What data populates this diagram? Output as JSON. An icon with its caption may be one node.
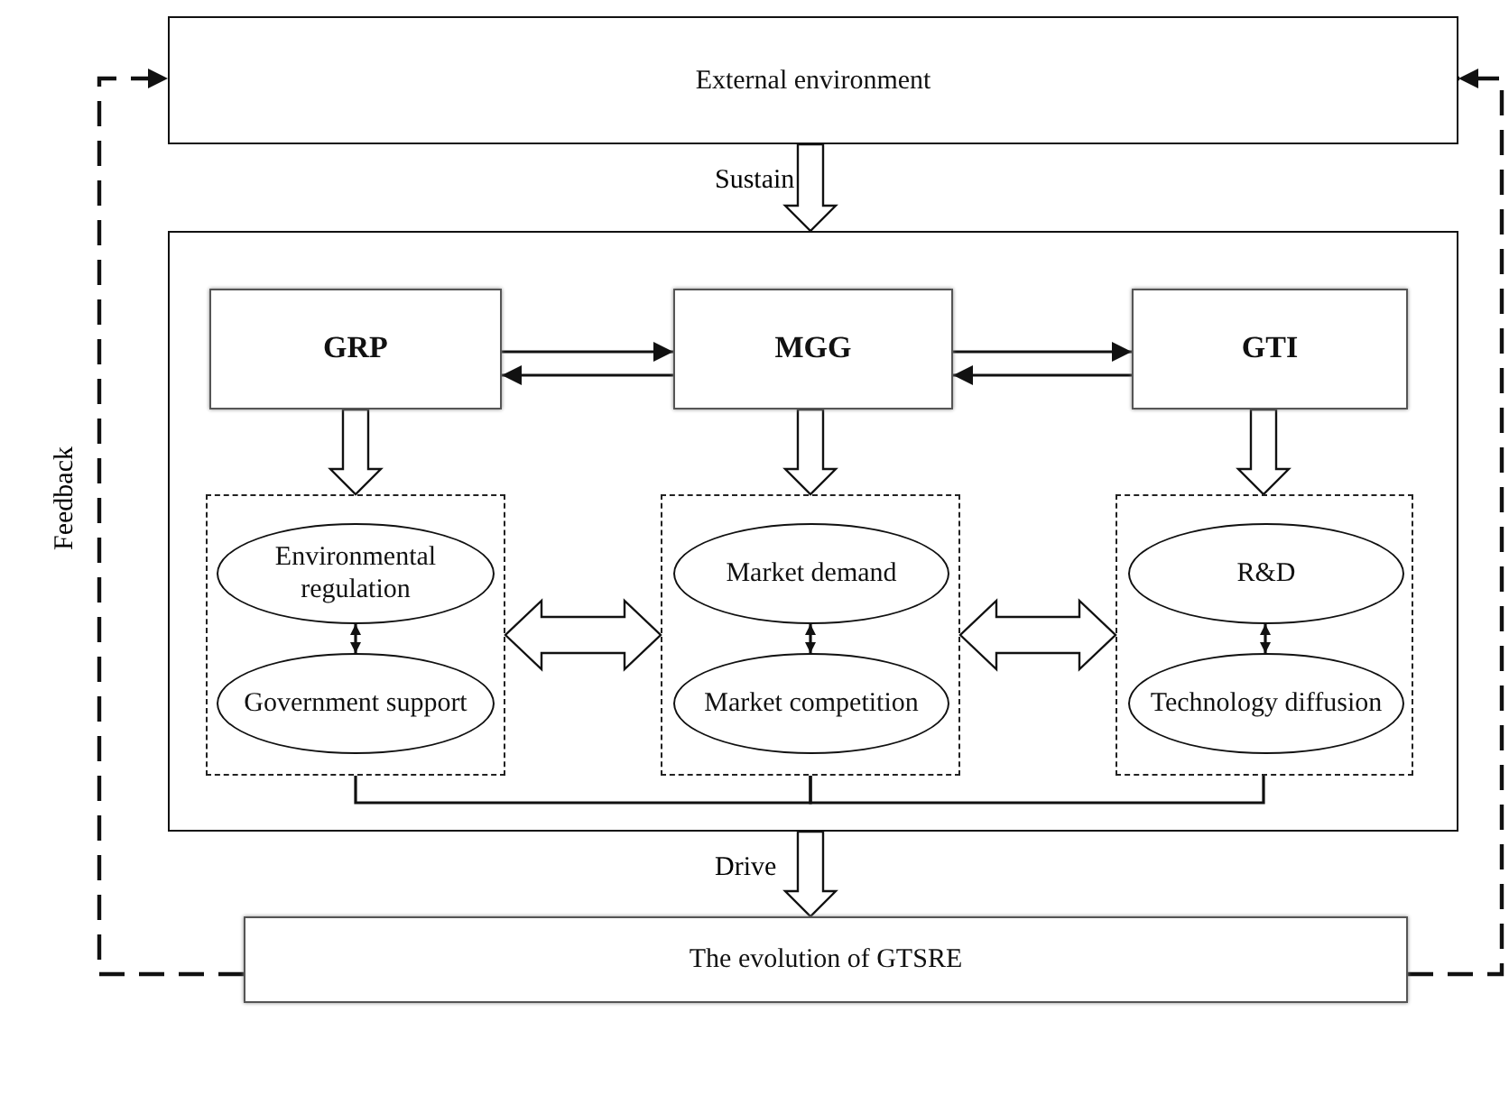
{
  "diagram": {
    "nodes": [
      {
        "text": [
          "External environment"
        ]
      },
      {
        "text": [],
        "shape": "box"
      },
      {
        "text": [
          "GRP"
        ],
        "in": 1
      },
      {
        "text": [
          "MGG"
        ],
        "in": 1
      },
      {
        "text": [
          "GTI"
        ],
        "in": 1
      },
      {
        "text": [],
        "shape": "box",
        "in": 1
      },
      {
        "text": [
          "Environmental regulation"
        ],
        "in": 5
      },
      {
        "text": [
          "Government support"
        ],
        "in": 5
      },
      {
        "text": [],
        "shape": "box",
        "in": 1
      },
      {
        "text": [
          "Market demand"
        ],
        "in": 8
      },
      {
        "text": [
          "Market competition"
        ],
        "in": 8
      },
      {
        "text": [],
        "shape": "box",
        "in": 1
      },
      {
        "text": [
          "R&D"
        ],
        "in": 11
      },
      {
        "text": [
          "Technology diffusion"
        ],
        "in": 11
      },
      {
        "text": [
          "The evolution of GTSRE"
        ]
      }
    ],
    "edges": [
      {
        "from": 0,
        "to": 1,
        "arrow": "to",
        "label": "Sustain",
        "style": "thick"
      },
      {
        "from": 2,
        "to": 3,
        "arrow": "to"
      },
      {
        "from": 3,
        "to": 2,
        "arrow": "to"
      },
      {
        "from": 3,
        "to": 4,
        "arrow": "to"
      },
      {
        "from": 4,
        "to": 3,
        "arrow": "to"
      },
      {
        "from": 2,
        "to": 5,
        "arrow": "to",
        "style": "thick"
      },
      {
        "from": 3,
        "to": 8,
        "arrow": "to",
        "style": "thick"
      },
      {
        "from": 4,
        "to": 11,
        "arrow": "to",
        "style": "thick"
      },
      {
        "from": 6,
        "to": 7,
        "arrow": "both"
      },
      {
        "from": 9,
        "to": 10,
        "arrow": "both"
      },
      {
        "from": 12,
        "to": 13,
        "arrow": "both"
      },
      {
        "from": 5,
        "to": 8,
        "arrow": "both",
        "style": "thick"
      },
      {
        "from": 8,
        "to": 11,
        "arrow": "both",
        "style": "thick"
      },
      {
        "from": 5,
        "to": 8,
        "arrow": "none"
      },
      {
        "from": 11,
        "to": 8,
        "arrow": "none"
      },
      {
        "from": 1,
        "to": 14,
        "arrow": "to",
        "label": "Drive",
        "style": "thick"
      },
      {
        "from": 14,
        "to": 0,
        "arrow": "to",
        "label": "Feedback",
        "style": "dashed"
      },
      {
        "from": 14,
        "to": 0,
        "arrow": "to",
        "style": "dashed"
      }
    ]
  }
}
